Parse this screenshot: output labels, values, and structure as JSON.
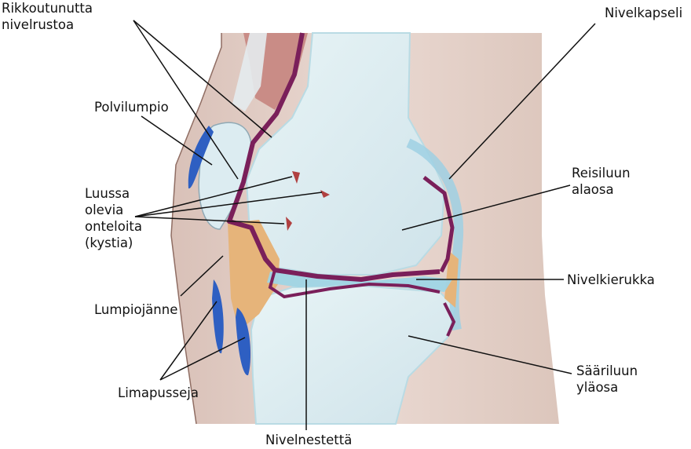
{
  "labels": {
    "rikkoutunutta_line1": "Rikkoutunutta",
    "rikkoutunutta_line2": "nivelrustoa",
    "polvilumpio": "Polvilumpio",
    "kystia_line1": "Luussa",
    "kystia_line2": "olevia",
    "kystia_line3": "onteloita",
    "kystia_line4": "(kystia)",
    "lumpiojanne": "Lumpiojänne",
    "limapusseja": "Limapusseja",
    "nivelnestetta": "Nivelnestettä",
    "nivelkapseli": "Nivelkapseli",
    "reisiluun_line1": "Reisiluun",
    "reisiluun_line2": "alaosa",
    "nivelkierukka": "Nivelkierukka",
    "saariluun_line1": "Sääriluun",
    "saariluun_line2": "yläosa"
  },
  "colors": {
    "skin": "#e6d3ca",
    "bone": "#d9ecf0",
    "cartilage": "#a6d6e6",
    "synovium": "#7a1f5a",
    "fat_pad": "#e6b47a",
    "bursa": "#2e5fc2",
    "muscle": "#c98c86",
    "leader_line": "#111111"
  }
}
